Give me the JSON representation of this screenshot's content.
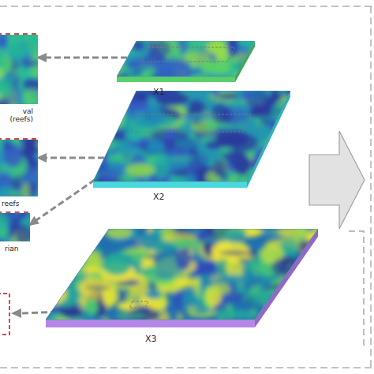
{
  "diagram": {
    "nodes": [
      {
        "text": [
          "X1"
        ]
      },
      {
        "text": [
          "val (reefs)"
        ]
      },
      {
        "text": [
          "X2"
        ]
      },
      {
        "text": [
          "reefs"
        ]
      },
      {
        "text": [
          "rian"
        ]
      },
      {
        "text": [
          "X3"
        ]
      }
    ],
    "edges": [
      {
        "from": 0,
        "to": 1,
        "arrow": "to"
      },
      {
        "from": 2,
        "to": 3,
        "arrow": "to"
      },
      {
        "from": 2,
        "to": 4,
        "arrow": "to"
      }
    ]
  }
}
